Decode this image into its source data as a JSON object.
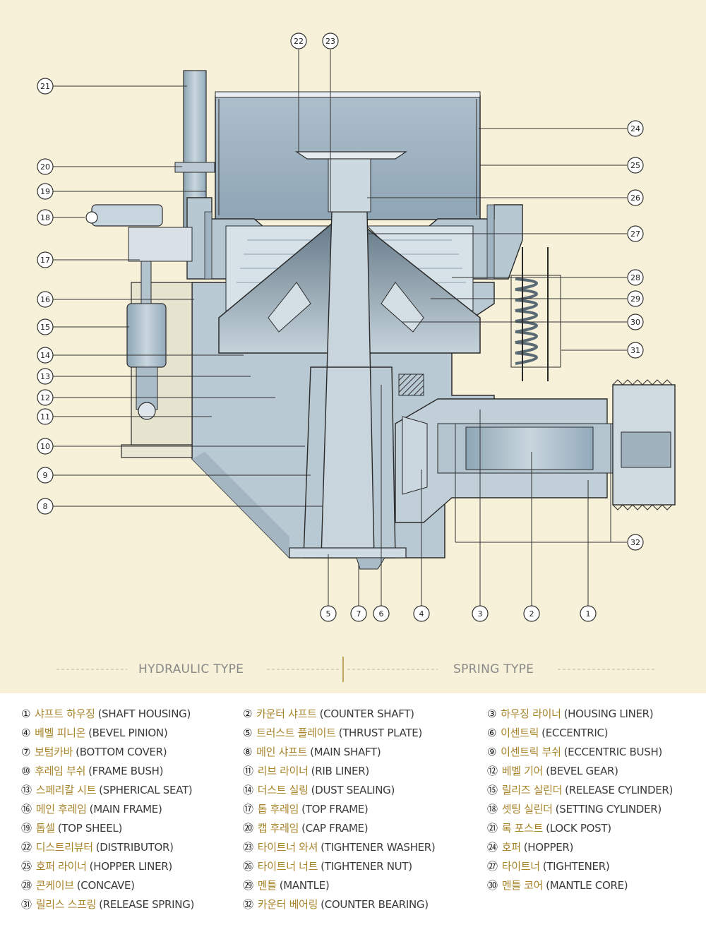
{
  "diagram": {
    "type_labels": {
      "hydraulic": "HYDRAULIC TYPE",
      "spring": "SPRING TYPE"
    },
    "callouts": [
      "1",
      "2",
      "3",
      "4",
      "5",
      "6",
      "7",
      "8",
      "9",
      "10",
      "11",
      "12",
      "13",
      "14",
      "15",
      "16",
      "17",
      "18",
      "19",
      "20",
      "21",
      "22",
      "23",
      "24",
      "25",
      "26",
      "27",
      "28",
      "29",
      "30",
      "31",
      "32"
    ]
  },
  "legend": [
    {
      "num": "①",
      "ko": "샤프트 하우징",
      "en": "(SHAFT HOUSING)"
    },
    {
      "num": "②",
      "ko": "카운터 샤프트",
      "en": "(COUNTER SHAFT)"
    },
    {
      "num": "③",
      "ko": "하우징 라이너",
      "en": "(HOUSING LINER)"
    },
    {
      "num": "④",
      "ko": "베벨 피니온",
      "en": "(BEVEL PINION)"
    },
    {
      "num": "⑤",
      "ko": "트러스트 플레이트",
      "en": "(THRUST PLATE)"
    },
    {
      "num": "⑥",
      "ko": "이센트릭",
      "en": "(ECCENTRIC)"
    },
    {
      "num": "⑦",
      "ko": "보텀카바",
      "en": "(BOTTOM COVER)"
    },
    {
      "num": "⑧",
      "ko": "메인 샤프트",
      "en": "(MAIN SHAFT)"
    },
    {
      "num": "⑨",
      "ko": "이센트릭 부쉬",
      "en": "(ECCENTRIC BUSH)"
    },
    {
      "num": "⑩",
      "ko": "후레임 부쉬",
      "en": "(FRAME BUSH)"
    },
    {
      "num": "⑪",
      "ko": "리브 라이너",
      "en": "(RIB LINER)"
    },
    {
      "num": "⑫",
      "ko": "베벨 기어",
      "en": "(BEVEL GEAR)"
    },
    {
      "num": "⑬",
      "ko": "스페리칼 시트",
      "en": "(SPHERICAL SEAT)"
    },
    {
      "num": "⑭",
      "ko": "더스트 실링",
      "en": "(DUST SEALING)"
    },
    {
      "num": "⑮",
      "ko": "릴리즈 실린더",
      "en": "(RELEASE CYLINDER)"
    },
    {
      "num": "⑯",
      "ko": "메인 후레임",
      "en": "(MAIN FRAME)"
    },
    {
      "num": "⑰",
      "ko": "톱 후레임",
      "en": "(TOP FRAME)"
    },
    {
      "num": "⑱",
      "ko": "셋팅 실린더",
      "en": "(SETTING CYLINDER)"
    },
    {
      "num": "⑲",
      "ko": "톱셀",
      "en": "(TOP SHEEL)"
    },
    {
      "num": "⑳",
      "ko": "캡 후레임",
      "en": "(CAP FRAME)"
    },
    {
      "num": "㉑",
      "ko": "록 포스트",
      "en": "(LOCK POST)"
    },
    {
      "num": "㉒",
      "ko": "디스트리뷰터",
      "en": "(DISTRIBUTOR)"
    },
    {
      "num": "㉓",
      "ko": "타이트너 와셔",
      "en": "(TIGHTENER WASHER)"
    },
    {
      "num": "㉔",
      "ko": "호퍼",
      "en": "(HOPPER)"
    },
    {
      "num": "㉕",
      "ko": "호퍼 라이너",
      "en": "(HOPPER LINER)"
    },
    {
      "num": "㉖",
      "ko": "타이트너 너트",
      "en": "(TIGHTENER NUT)"
    },
    {
      "num": "㉗",
      "ko": "타이트너",
      "en": "(TIGHTENER)"
    },
    {
      "num": "㉘",
      "ko": "콘케이브",
      "en": "(CONCAVE)"
    },
    {
      "num": "㉙",
      "ko": "멘틀",
      "en": "(MANTLE)"
    },
    {
      "num": "㉚",
      "ko": "멘틀 코어",
      "en": "(MANTLE CORE)"
    },
    {
      "num": "㉛",
      "ko": "릴리스 스프링",
      "en": "(RELEASE SPRING)"
    },
    {
      "num": "㉜",
      "ko": "카운터 베어링",
      "en": "(COUNTER BEARING)"
    }
  ]
}
